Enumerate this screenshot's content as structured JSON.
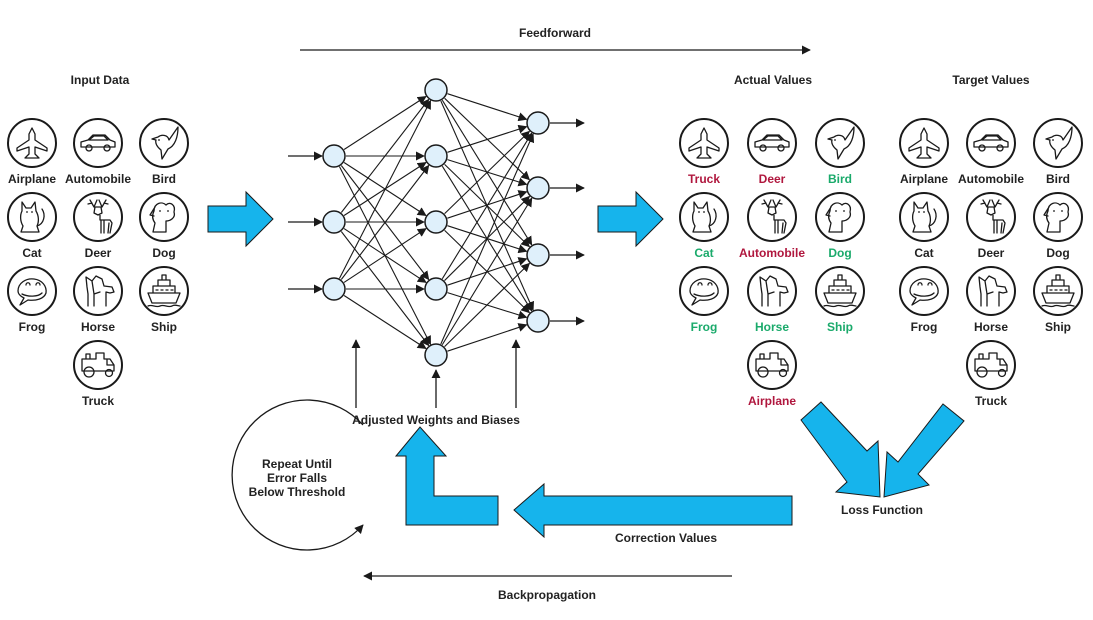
{
  "colors": {
    "accent_blue": "#16b4ec",
    "neuron_fill": "#dff0fb",
    "incorrect_red": "#b0173e",
    "correct_green": "#1aaa6b",
    "label_dark": "#222222"
  },
  "labels": {
    "feedforward": "Feedforward",
    "input_data": "Input Data",
    "actual_values": "Actual Values",
    "target_values": "Target Values",
    "adjusted": "Adjusted Weights and Biases",
    "repeat_l1": "Repeat Until",
    "repeat_l2": "Error Falls",
    "repeat_l3": "Below Threshold",
    "loss": "Loss Function",
    "correction": "Correction Values",
    "backprop": "Backpropagation"
  },
  "input_items": [
    {
      "icon": "airplane-icon",
      "label": "Airplane"
    },
    {
      "icon": "automobile-icon",
      "label": "Automobile"
    },
    {
      "icon": "bird-icon",
      "label": "Bird"
    },
    {
      "icon": "cat-icon",
      "label": "Cat"
    },
    {
      "icon": "deer-icon",
      "label": "Deer"
    },
    {
      "icon": "dog-icon",
      "label": "Dog"
    },
    {
      "icon": "frog-icon",
      "label": "Frog"
    },
    {
      "icon": "horse-icon",
      "label": "Horse"
    },
    {
      "icon": "ship-icon",
      "label": "Ship"
    },
    {
      "icon": "truck-icon",
      "label": "Truck"
    }
  ],
  "actual_items": [
    {
      "icon": "airplane-icon",
      "label": "Truck",
      "status": "incorrect"
    },
    {
      "icon": "automobile-icon",
      "label": "Deer",
      "status": "incorrect"
    },
    {
      "icon": "bird-icon",
      "label": "Bird",
      "status": "correct"
    },
    {
      "icon": "cat-icon",
      "label": "Cat",
      "status": "correct"
    },
    {
      "icon": "deer-icon",
      "label": "Automobile",
      "status": "incorrect"
    },
    {
      "icon": "dog-icon",
      "label": "Dog",
      "status": "correct"
    },
    {
      "icon": "frog-icon",
      "label": "Frog",
      "status": "correct"
    },
    {
      "icon": "horse-icon",
      "label": "Horse",
      "status": "correct"
    },
    {
      "icon": "ship-icon",
      "label": "Ship",
      "status": "correct"
    },
    {
      "icon": "truck-icon",
      "label": "Airplane",
      "status": "incorrect"
    }
  ],
  "target_items": [
    {
      "icon": "airplane-icon",
      "label": "Airplane"
    },
    {
      "icon": "automobile-icon",
      "label": "Automobile"
    },
    {
      "icon": "bird-icon",
      "label": "Bird"
    },
    {
      "icon": "cat-icon",
      "label": "Cat"
    },
    {
      "icon": "deer-icon",
      "label": "Deer"
    },
    {
      "icon": "dog-icon",
      "label": "Dog"
    },
    {
      "icon": "frog-icon",
      "label": "Frog"
    },
    {
      "icon": "horse-icon",
      "label": "Horse"
    },
    {
      "icon": "ship-icon",
      "label": "Ship"
    },
    {
      "icon": "truck-icon",
      "label": "Truck"
    }
  ]
}
